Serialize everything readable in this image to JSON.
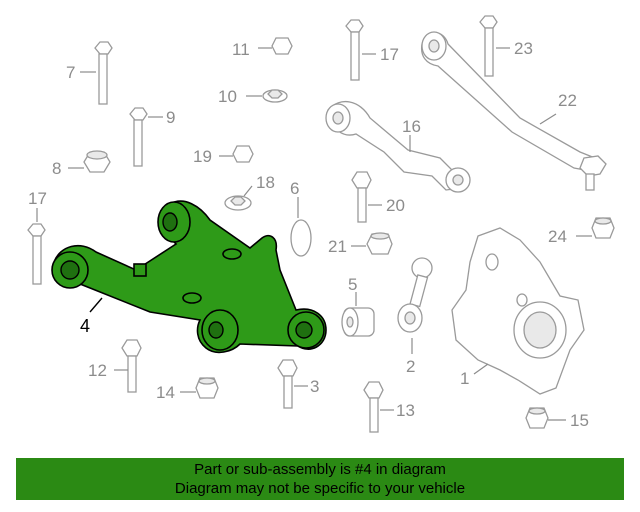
{
  "callouts": {
    "c1": "1",
    "c2": "2",
    "c3": "3",
    "c4": "4",
    "c5": "5",
    "c6": "6",
    "c7": "7",
    "c8": "8",
    "c9": "9",
    "c10": "10",
    "c11": "11",
    "c12": "12",
    "c13": "13",
    "c14": "14",
    "c15": "15",
    "c16": "16",
    "c17a": "17",
    "c17b": "17",
    "c18": "18",
    "c19": "19",
    "c20": "20",
    "c21": "21",
    "c22": "22",
    "c23": "23",
    "c24": "24"
  },
  "highlight_color": "#2e9a18",
  "footer": {
    "line1": "Part or sub-assembly is #4 in diagram",
    "line2": "Diagram may not be specific to your vehicle"
  }
}
